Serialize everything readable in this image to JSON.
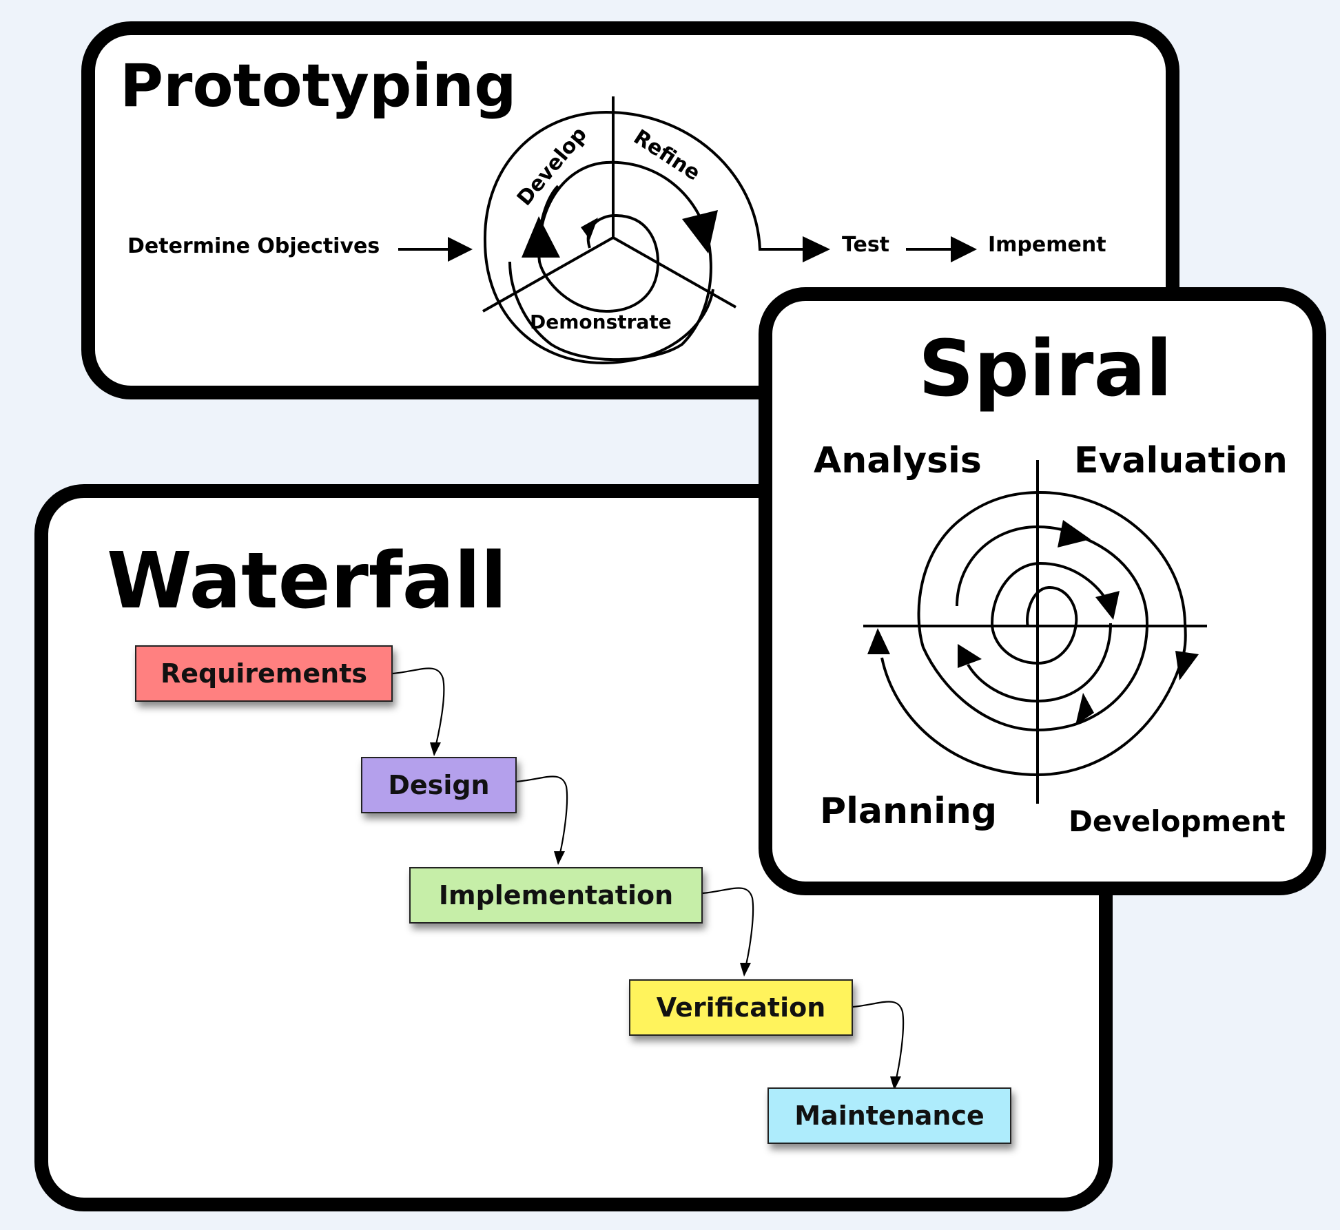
{
  "prototyping": {
    "title": "Prototyping",
    "determine_objectives": "Determine Objectives",
    "develop": "Develop",
    "refine": "Refine",
    "demonstrate": "Demonstrate",
    "test": "Test",
    "implement": "Impement"
  },
  "spiral": {
    "title": "Spiral",
    "quadrants": {
      "analysis": "Analysis",
      "evaluation": "Evaluation",
      "planning": "Planning",
      "development": "Development"
    }
  },
  "waterfall": {
    "title": "Waterfall",
    "steps": [
      {
        "label": "Requirements",
        "color": "#ff8080"
      },
      {
        "label": "Design",
        "color": "#b4a0ec"
      },
      {
        "label": "Implementation",
        "color": "#c6eea8"
      },
      {
        "label": "Verification",
        "color": "#fff35c"
      },
      {
        "label": "Maintenance",
        "color": "#aeecfc"
      }
    ]
  }
}
